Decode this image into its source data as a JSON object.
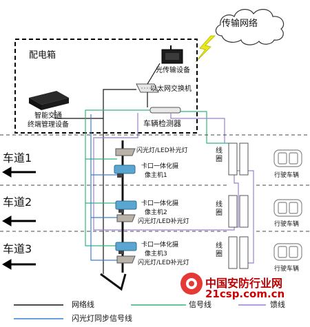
{
  "cloud_label": "传输网络",
  "cabinet_label": "配电箱",
  "devices": {
    "optical": "光传输设备",
    "switch": "以太网交换机",
    "terminal_line1": "智能交通",
    "terminal_line2": "终端管理设备",
    "detector": "车辆检测器"
  },
  "lanes": [
    {
      "name": "车道1",
      "flash_label": "闪光灯/LED补光灯",
      "cam_line1": "卡口一体化摄",
      "cam_line2": "像主机1"
    },
    {
      "name": "车道2",
      "flash_label": "闪光灯/LED补光灯",
      "cam_line1": "卡口一体化摄",
      "cam_line2": "像主机2"
    },
    {
      "name": "车道3",
      "flash_label": "闪光灯/LED补光灯",
      "cam_line1": "卡口一体化摄",
      "cam_line2": "像主机3"
    }
  ],
  "coil_label": "线圈",
  "vehicle_label": "行驶车辆",
  "watermark": {
    "site_name": "中国安防行业网",
    "site_url": "21csp.com.cn"
  },
  "legend": [
    {
      "label": "网络线",
      "color": "#111111"
    },
    {
      "label": "信号线",
      "color": "#2db87a"
    },
    {
      "label": "馈线",
      "color": "#9b7fd4"
    },
    {
      "label": "闪光灯同步信号线",
      "color": "#3a7fd0"
    }
  ]
}
